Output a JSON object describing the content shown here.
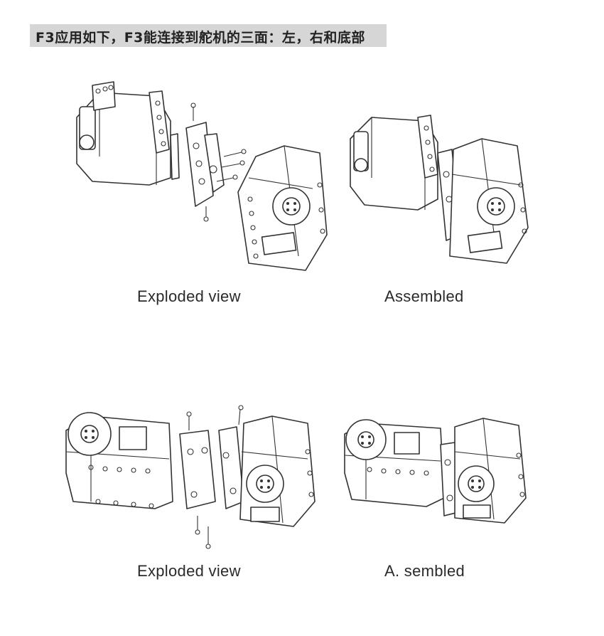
{
  "header": {
    "title": "F3应用如下，F3能连接到舵机的三面：左，右和底部",
    "band_color": "#d6d6d6"
  },
  "figures": [
    {
      "caption": "Exploded  view"
    },
    {
      "caption": "Assembled"
    },
    {
      "caption": "Exploded  view"
    },
    {
      "caption": "A. sembled"
    }
  ]
}
